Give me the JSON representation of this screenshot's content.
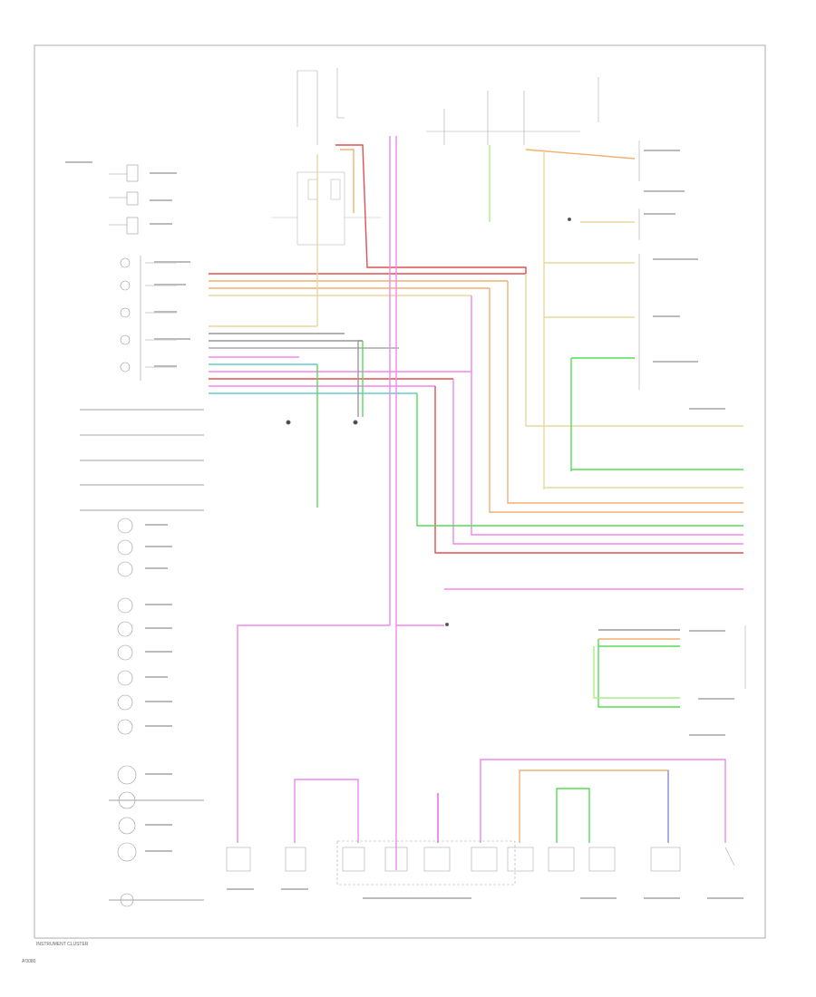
{
  "diagram": {
    "bottom_label": "INSTRUMENT CLUSTER",
    "page_code": "A'0080"
  },
  "colors": {
    "pink": "#ee88ee",
    "magenta": "#e060e0",
    "green": "#55dd55",
    "orange": "#f0b070",
    "red": "#e05050",
    "tan": "#e8d7a0",
    "gray": "#999999",
    "blue": "#8899ee",
    "cyan": "#66cccc",
    "lightgreen": "#aaee88"
  },
  "gauges": [
    {
      "id": "speedometer"
    },
    {
      "id": "tachometer"
    },
    {
      "id": "fuel-gauge"
    },
    {
      "id": "engine-temp-gauge"
    },
    {
      "id": "oil-pressure-gauge"
    }
  ],
  "indicators": [
    {
      "id": "cruise"
    },
    {
      "id": "high-beam"
    },
    {
      "id": "check-engine"
    },
    {
      "id": "trans-temp"
    },
    {
      "id": "low-fuel"
    },
    {
      "id": "fasten-belt"
    },
    {
      "id": "oil-change"
    },
    {
      "id": "security"
    },
    {
      "id": "turbo-boost"
    },
    {
      "id": "brake-warning"
    },
    {
      "id": "left-turn"
    },
    {
      "id": "right-turn"
    },
    {
      "id": "illumination"
    }
  ],
  "components": [
    {
      "id": "ignition-switch"
    },
    {
      "id": "fuse-block"
    },
    {
      "id": "ground-points"
    },
    {
      "id": "pcm-connectors"
    },
    {
      "id": "multifunction-switch"
    },
    {
      "id": "brake-switch"
    },
    {
      "id": "door-switch"
    },
    {
      "id": "seat-belt-switch"
    }
  ]
}
